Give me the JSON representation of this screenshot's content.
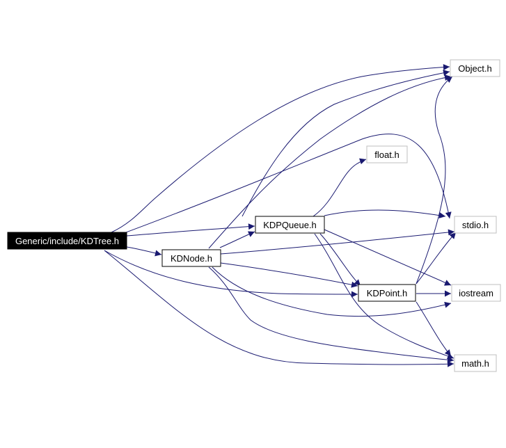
{
  "diagram": {
    "nodes": [
      {
        "id": "kdtree",
        "label": "Generic/include/KDTree.h",
        "style": "root"
      },
      {
        "id": "kdpqueue",
        "label": "KDPQueue.h",
        "style": "internal"
      },
      {
        "id": "kdnode",
        "label": "KDNode.h",
        "style": "internal"
      },
      {
        "id": "kdpoint",
        "label": "KDPoint.h",
        "style": "internal"
      },
      {
        "id": "object",
        "label": "Object.h",
        "style": "external"
      },
      {
        "id": "float",
        "label": "float.h",
        "style": "external"
      },
      {
        "id": "stdio",
        "label": "stdio.h",
        "style": "external"
      },
      {
        "id": "iostream",
        "label": "iostream",
        "style": "external"
      },
      {
        "id": "math",
        "label": "math.h",
        "style": "external"
      }
    ],
    "edges": [
      {
        "from": "kdtree",
        "to": "object"
      },
      {
        "from": "kdtree",
        "to": "stdio"
      },
      {
        "from": "kdtree",
        "to": "kdpqueue"
      },
      {
        "from": "kdtree",
        "to": "kdnode"
      },
      {
        "from": "kdtree",
        "to": "kdpoint"
      },
      {
        "from": "kdtree",
        "to": "math"
      },
      {
        "from": "kdpqueue",
        "to": "object"
      },
      {
        "from": "kdpqueue",
        "to": "float"
      },
      {
        "from": "kdpqueue",
        "to": "stdio"
      },
      {
        "from": "kdpqueue",
        "to": "iostream"
      },
      {
        "from": "kdpqueue",
        "to": "kdpoint"
      },
      {
        "from": "kdpqueue",
        "to": "math"
      },
      {
        "from": "kdnode",
        "to": "object"
      },
      {
        "from": "kdnode",
        "to": "kdpqueue"
      },
      {
        "from": "kdnode",
        "to": "stdio"
      },
      {
        "from": "kdnode",
        "to": "kdpoint"
      },
      {
        "from": "kdnode",
        "to": "iostream"
      },
      {
        "from": "kdnode",
        "to": "math"
      },
      {
        "from": "kdpoint",
        "to": "object"
      },
      {
        "from": "kdpoint",
        "to": "stdio"
      },
      {
        "from": "kdpoint",
        "to": "iostream"
      },
      {
        "from": "kdpoint",
        "to": "math"
      }
    ],
    "colors": {
      "edge": "#191970",
      "root_fill": "#000000",
      "root_text": "#ffffff",
      "internal_border": "#000000",
      "external_border": "#bfbfbf",
      "node_fill": "#ffffff",
      "text": "#000000"
    }
  }
}
